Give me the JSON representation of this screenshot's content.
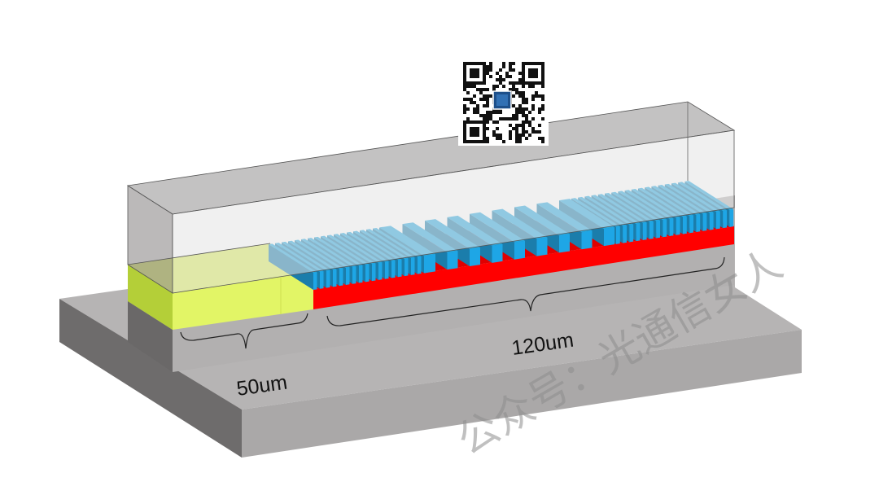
{
  "diagram": {
    "labels": {
      "short_section": "50um",
      "long_section": "120um"
    },
    "watermark": "公众号：光通信女人",
    "colors": {
      "substrate_top": "#b6b4b4",
      "substrate_front": "#aaa8a8",
      "substrate_side": "#6e6c6c",
      "yellow_section": "#e2f566",
      "red_layer": "#ff0000",
      "grating_blue": "#22a8e2",
      "grating_dark": "#1b7dab"
    },
    "qr_code": {
      "icon": "qr-code-icon"
    }
  }
}
